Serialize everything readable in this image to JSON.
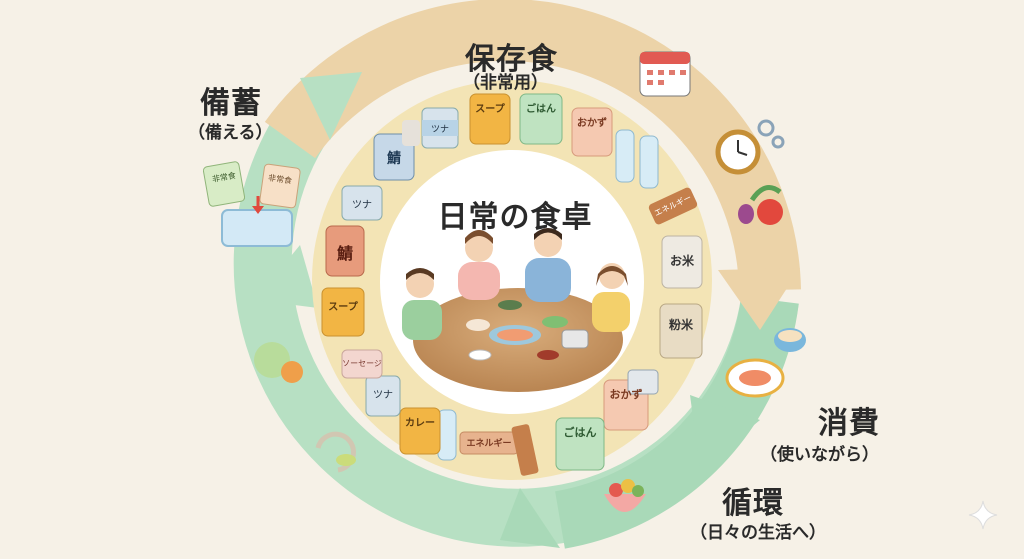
{
  "center": {
    "title": "日常の食卓"
  },
  "stages": {
    "storage": {
      "title": "保存食",
      "subtitle": "（非常用）"
    },
    "stock": {
      "title": "備蓄",
      "subtitle": "（備える）"
    },
    "consume": {
      "title": "消費",
      "subtitle": "（使いながら）"
    },
    "cycle": {
      "title": "循環",
      "subtitle": "（日々の生活へ）"
    }
  },
  "items": {
    "soup": "スープ",
    "rice": "ごはん",
    "side_dish": "おかず",
    "tuna": "ツナ",
    "mackerel": "鯖",
    "energy_bar": "エネルギー",
    "rice_bag": "お米",
    "powdered_rice": "粉米",
    "curry": "カレー",
    "sausage": "ソーセージ",
    "emergency_food": "非常食"
  },
  "colors": {
    "background": "#f6f1e7",
    "ring_top": "#ecd3a8",
    "ring_green": "#a9d9b8",
    "inner_ring": "#f3e4b5",
    "table": "#c89a6a"
  },
  "icons": [
    "calendar-icon",
    "clock-icon",
    "gear-icon",
    "vegetable-icon",
    "cabbage-icon",
    "meal-plate-icon",
    "fruit-bowl-icon",
    "container-icon",
    "sparkle-icon"
  ]
}
